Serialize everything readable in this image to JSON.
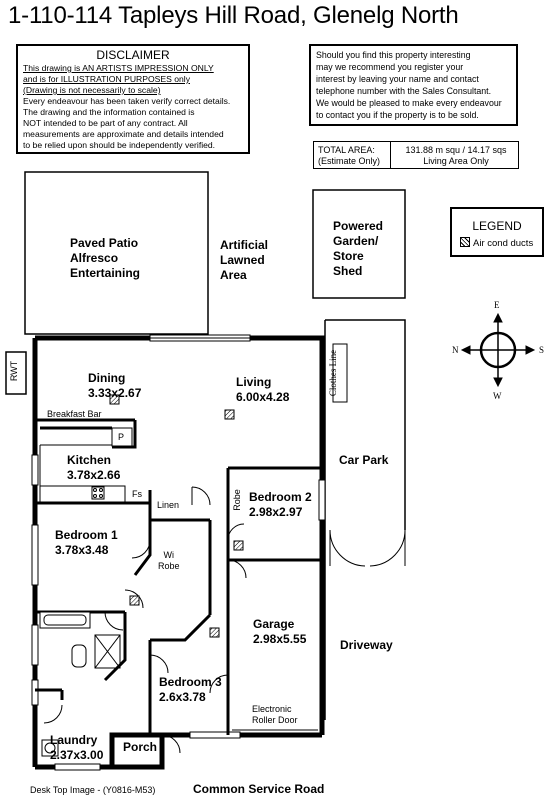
{
  "title": "1-110-114 Tapleys Hill Road, Glenelg North",
  "disclaimer": {
    "heading": "DISCLAIMER",
    "underlined": [
      "This drawing is AN ARTISTS IMPRESSION ONLY",
      "and is for ILLUSTRATION PURPOSES only",
      "(Drawing is not necessarily to scale)"
    ],
    "lines": [
      "Every endeavour has been taken verify correct details.",
      "The drawing and the information contained is",
      "NOT intended to be part of any contract.  All",
      "measurements are approximate and details intended",
      "to be relied upon should be independently verified."
    ]
  },
  "contact": {
    "lines": [
      "Should you find this property interesting",
      "may we recommend you register your",
      "interest by leaving your name and contact",
      "telephone number with the Sales Consultant.",
      "We would be pleased to make every endeavour",
      "to contact you if the property is to be sold."
    ]
  },
  "total_area": {
    "label_1": "TOTAL AREA:",
    "label_2": "(Estimate Only)",
    "value_1": "131.88 m squ / 14.17 sqs",
    "value_2": "Living Area Only"
  },
  "legend": {
    "heading": "LEGEND",
    "item": "Air cond ducts"
  },
  "compass": {
    "n": "N",
    "e": "E",
    "s": "S",
    "w": "W"
  },
  "outdoor": {
    "patio": [
      "Paved Patio",
      "Alfresco",
      "Entertaining"
    ],
    "lawn": [
      "Artificial",
      "Lawned",
      "Area"
    ],
    "shed": [
      "Powered",
      "Garden/",
      "Store",
      "Shed"
    ],
    "rwt": "RWT",
    "clothes_line": "Clothes Line",
    "car_park": "Car Park",
    "driveway": "Driveway"
  },
  "rooms": {
    "dining": {
      "name": "Dining",
      "size": "3.33x2.67"
    },
    "breakfast_bar": "Breakfast Bar",
    "pantry": "P",
    "living": {
      "name": "Living",
      "size": "6.00x4.28"
    },
    "kitchen": {
      "name": "Kitchen",
      "size": "3.78x2.66"
    },
    "fridge": "Fs",
    "linen": "Linen",
    "bedroom1": {
      "name": "Bedroom 1",
      "size": "3.78x3.48"
    },
    "wirobe": [
      "Wi",
      "Robe"
    ],
    "robe": "Robe",
    "bedroom2": {
      "name": "Bedroom 2",
      "size": "2.98x2.97"
    },
    "garage": {
      "name": "Garage",
      "size": "2.98x5.55"
    },
    "bedroom3": {
      "name": "Bedroom 3",
      "size": "2.6x3.78"
    },
    "roller_door": [
      "Electronic",
      "Roller Door"
    ],
    "laundry": {
      "name": "Laundry",
      "size": "2.37x3.00"
    },
    "porch": "Porch"
  },
  "footer": {
    "image_ref": "Desk Top Image - (Y0816-M53)",
    "road": "Common Service Road"
  }
}
